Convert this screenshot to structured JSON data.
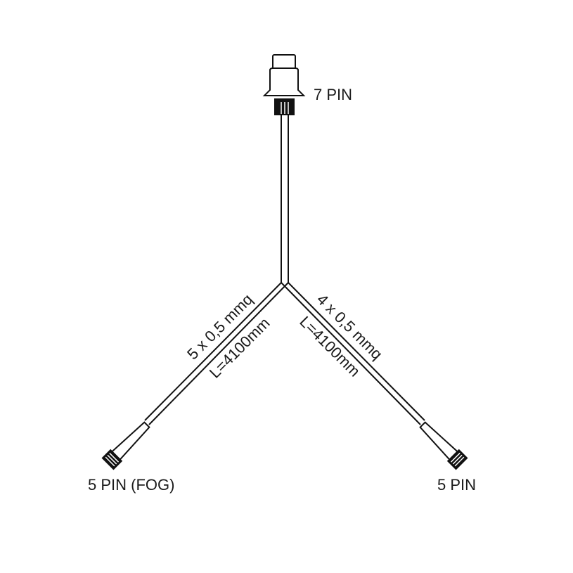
{
  "labels": {
    "top_connector": "7 PIN",
    "left_connector": "5 PIN (FOG)",
    "right_connector": "5 PIN",
    "left_cable_section": "5 x 0,5 mmq",
    "left_cable_length": "L=4100mm",
    "right_cable_section": "4 x 0,5 mmq",
    "right_cable_length": "L=4100mm"
  },
  "colors": {
    "line": "#111111",
    "background": "#ffffff"
  }
}
